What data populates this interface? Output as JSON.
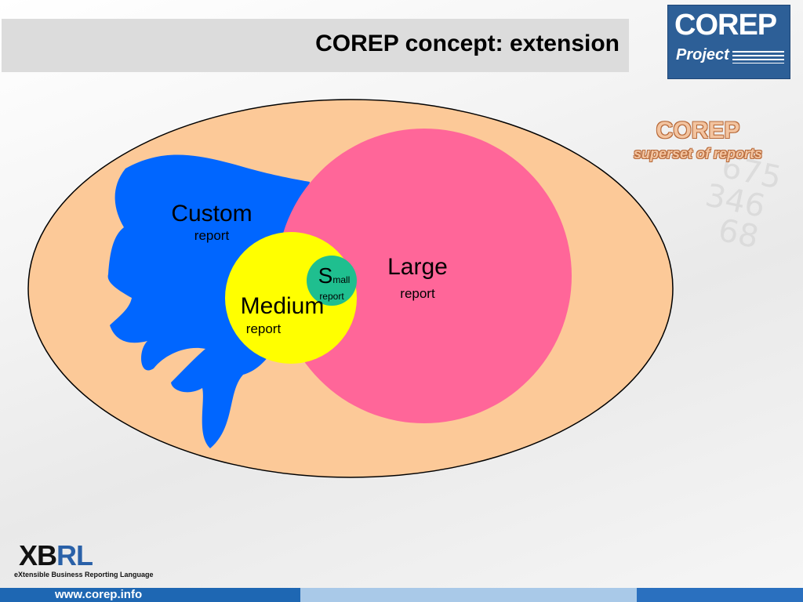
{
  "header": {
    "title": "COREP concept: extension"
  },
  "logo": {
    "line1": "COREP",
    "line2": "Project"
  },
  "side_label": {
    "title": "COREP",
    "subtitle": "superset of reports"
  },
  "diagram": {
    "custom": {
      "label": "Custom",
      "sub": "report"
    },
    "large": {
      "label": "Large",
      "sub": "report"
    },
    "medium": {
      "label": "Medium",
      "sub": "report"
    },
    "small": {
      "label_big": "S",
      "label_rest": "mall",
      "sub": "report"
    },
    "colors": {
      "outer": "#fcc998",
      "custom": "#0066ff",
      "large": "#ff6699",
      "medium": "#ffff00",
      "small": "#1fbf8f"
    }
  },
  "footer": {
    "url": "www.corep.info"
  },
  "xbrl": {
    "word_a": "XB",
    "word_b": "RL",
    "tagline": "eXtensible Business Reporting Language"
  }
}
